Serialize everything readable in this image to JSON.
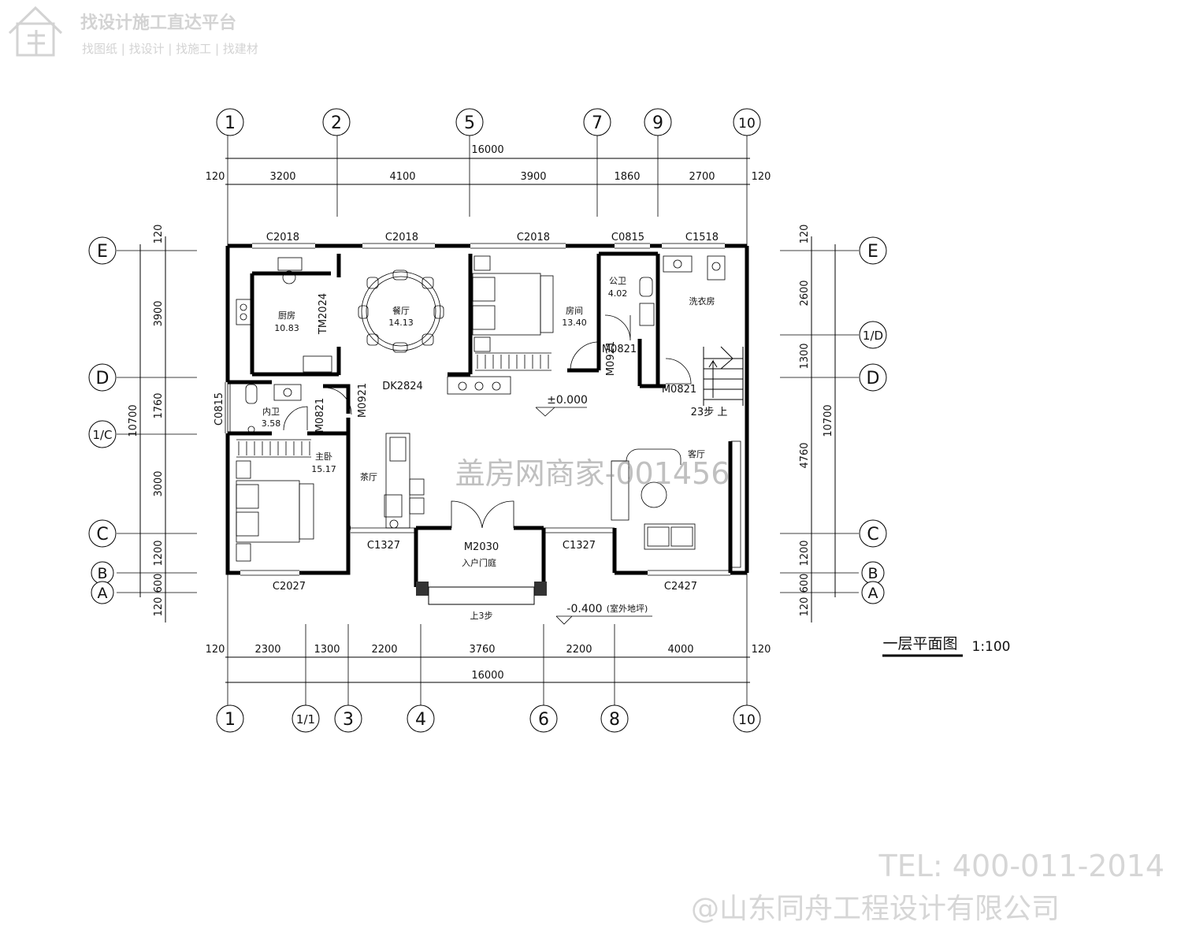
{
  "watermark": {
    "title": "找设计施工直达平台",
    "subtitle": "找图纸 | 找设计 | 找施工 | 找建材",
    "center": "盖房网商家-001456",
    "tel": "TEL: 400-011-2014",
    "company": "@山东同舟工程设计有限公司"
  },
  "drawing": {
    "title": "一层平面图",
    "scale": "1:100"
  },
  "axes": {
    "top": [
      "1",
      "2",
      "5",
      "7",
      "9",
      "10"
    ],
    "bottom": [
      "1",
      "1/1",
      "3",
      "4",
      "6",
      "8",
      "10"
    ],
    "left": [
      "E",
      "D",
      "1/C",
      "C",
      "B",
      "A"
    ],
    "right": [
      "E",
      "1/D",
      "D",
      "C",
      "B",
      "A"
    ]
  },
  "dimensions": {
    "top_total": "16000",
    "top_segments": [
      "120",
      "3200",
      "4100",
      "3900",
      "1860",
      "2700",
      "120"
    ],
    "bottom_total": "16000",
    "bottom_segments": [
      "120",
      "2300",
      "1300",
      "2200",
      "3760",
      "2200",
      "4000",
      "120"
    ],
    "left_total": "10700",
    "left_segments": [
      "120",
      "3900",
      "1760",
      "3000",
      "1200",
      "600",
      "120"
    ],
    "right_total": "10700",
    "right_segments": [
      "120",
      "2600",
      "1300",
      "4760",
      "1200",
      "600",
      "120"
    ]
  },
  "windows": {
    "top": [
      "C2018",
      "C2018",
      "C2018",
      "C0815",
      "C1518"
    ],
    "bottom": [
      "C2027",
      "C1327",
      "C1327",
      "C2427"
    ],
    "left": "C0815"
  },
  "doors": {
    "kitchen": "TM2024",
    "dining_opening": "DK2824",
    "m0921": "M0921",
    "m0821_bath": "M0821",
    "m0921_bed": "M0921",
    "m0821_pub": "M0821",
    "m0821_laundry": "M0821",
    "entry": "M2030"
  },
  "rooms": {
    "kitchen": {
      "name": "厨房",
      "area": "10.83"
    },
    "dining": {
      "name": "餐厅",
      "area": "14.13"
    },
    "bedroom": {
      "name": "房间",
      "area": "13.40"
    },
    "public_bath": {
      "name": "公卫",
      "area": "4.02"
    },
    "laundry": {
      "name": "洗衣房",
      "area": ""
    },
    "inner_bath": {
      "name": "内卫",
      "area": "3.58"
    },
    "master": {
      "name": "主卧",
      "area": "15.17"
    },
    "tea": {
      "name": "茶厅",
      "area": ""
    },
    "living": {
      "name": "客厅",
      "area": ""
    },
    "porch": {
      "name": "入户门庭",
      "area": ""
    }
  },
  "levels": {
    "floor": "±0.000",
    "outdoor": "-0.400",
    "outdoor_note": "(室外地坪)",
    "stairs": "23步 上",
    "porch_steps": "上3步"
  }
}
